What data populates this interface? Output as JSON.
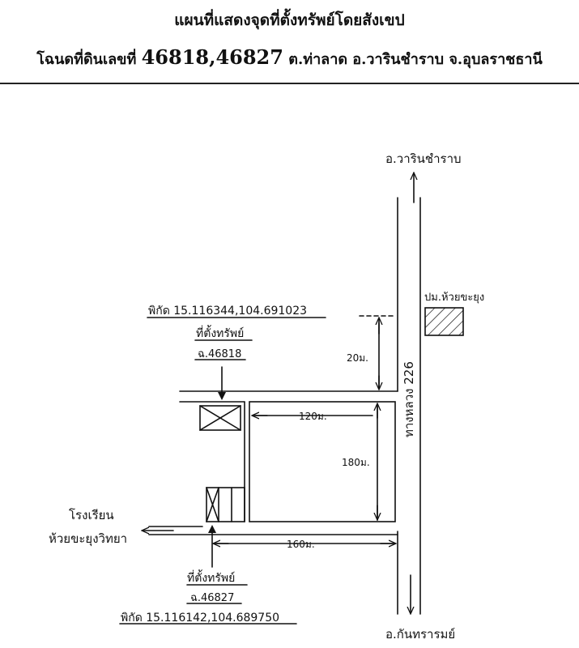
{
  "header": {
    "title": "แผนที่แสดงจุดที่ตั้งทรัพย์โดยสังเขป",
    "subtitle_prefix": "โฉนดที่ดินเลขที่",
    "deed_numbers": "46818,46827",
    "subtitle_suffix": "ต.ท่าลาด  อ.วารินชำราบ  จ.อุบลราชธานี"
  },
  "map": {
    "north_destination": "อ.วารินชำราบ",
    "south_destination": "อ.กันทรารมย์",
    "road_name": "ทางหลวง 226",
    "gas_station": "ปม.ห้วยขะยุง",
    "school_line1": "โรงเรียน",
    "school_line2": "ห้วยขะยุงวิทยา",
    "property_top": {
      "coordinates": "พิกัด 15.116344,104.691023",
      "location_label": "ที่ตั้งทรัพย์",
      "deed": "ฉ.46818"
    },
    "property_bottom": {
      "location_label": "ที่ตั้งทรัพย์",
      "deed": "ฉ.46827",
      "coordinates": "พิกัด 15.116142,104.689750"
    },
    "distances": {
      "road_offset": "20ม.",
      "plot_width": "120ม.",
      "plot_depth": "180ม.",
      "lane_length": "160ม."
    }
  }
}
